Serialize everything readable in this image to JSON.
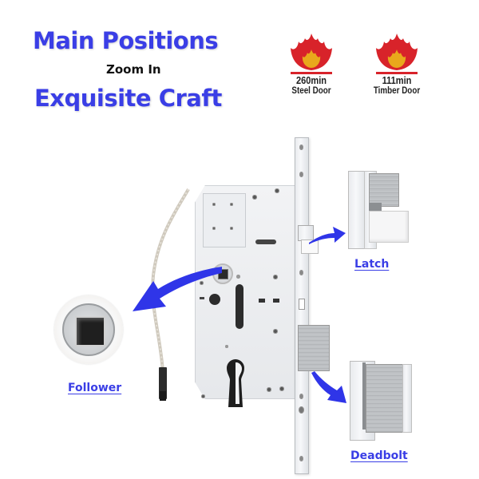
{
  "header": {
    "title": "Main Positions",
    "subtitle": "Zoom In",
    "tagline": "Exquisite Craft"
  },
  "fire_ratings": [
    {
      "icon": "flame-icon",
      "duration": "260min",
      "door_type": "Steel Door"
    },
    {
      "icon": "flame-icon",
      "duration": "111min",
      "door_type": "Timber Door"
    }
  ],
  "callouts": {
    "latch": {
      "label": "Latch"
    },
    "follower": {
      "label": "Follower"
    },
    "deadbolt": {
      "label": "Deadbolt"
    }
  },
  "colors": {
    "accent_blue": "#3a3ee6",
    "flame_red": "#d8232a",
    "flame_yellow": "#e9a81c"
  }
}
